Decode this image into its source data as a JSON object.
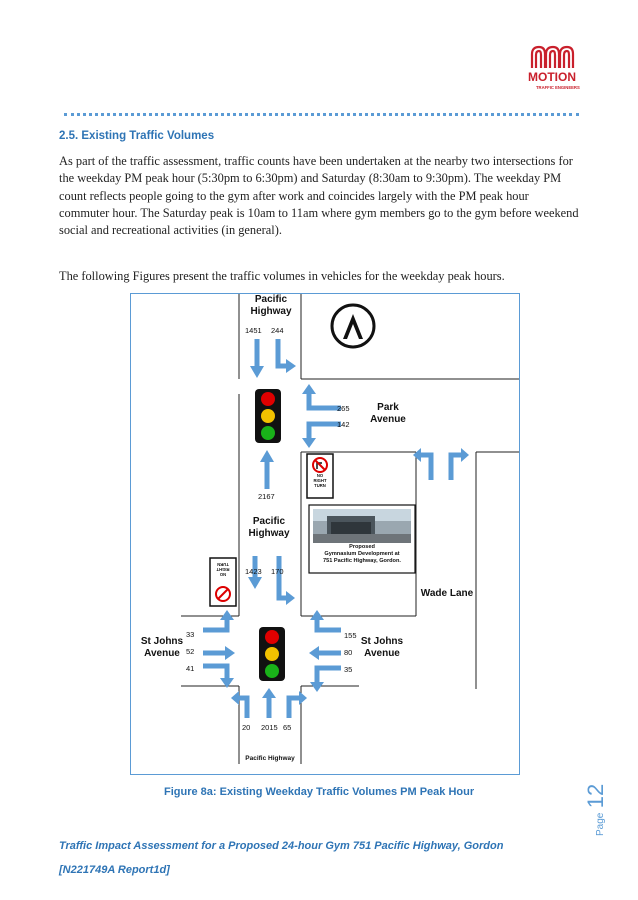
{
  "header": {
    "logo_name": "MOTION",
    "logo_tagline": "TRAFFIC ENGINEERS"
  },
  "section": {
    "heading": "2.5. Existing Traffic Volumes",
    "paragraph1": "As part of the traffic assessment, traffic counts have been undertaken at the nearby two intersections for the weekday PM peak hour (5:30pm to 6:30pm) and Saturday (8:30am to 9:30pm). The weekday PM count reflects people going to the gym after work and coincides largely with the PM peak hour commuter hour. The Saturday peak is 10am to 11am where gym members go to the gym before weekend social and recreational activities (in general).",
    "paragraph2": "The following Figures present the traffic volumes in vehicles for the weekday peak hours."
  },
  "figure": {
    "road_top": "Pacific\nHighway",
    "road_mid": "Pacific\nHighway",
    "road_bottom": "Pacific Highway",
    "park_avenue": "Park\nAvenue",
    "st_johns_left": "St Johns\nAvenue",
    "st_johns_right": "St Johns\nAvenue",
    "wade_lane": "Wade Lane",
    "no_right_turn": "NO\nRIGHT\nTURN",
    "no_right_turn_flipped": "NO\nRIGHT\nTURN",
    "development_caption": "Proposed\nGymnasium Development at\n751 Pacific Highway, Gordon.",
    "volumes": {
      "top_south_through": "1451",
      "top_south_left": "244",
      "park_left": "265",
      "park_right": "142",
      "mid_north": "2167",
      "mid_south_through": "1423",
      "mid_south_left": "170",
      "sj_west_1": "33",
      "sj_west_2": "52",
      "sj_west_3": "41",
      "sj_east_1": "155",
      "sj_east_2": "80",
      "sj_east_3": "35",
      "bottom_1": "20",
      "bottom_2": "2015",
      "bottom_3": "65"
    },
    "caption": "Figure 8a: Existing Weekday Traffic Volumes PM Peak Hour"
  },
  "footer": {
    "title": "Traffic Impact Assessment for a Proposed 24-hour Gym 751 Pacific Highway, Gordon",
    "report": "[N221749A Report1d]",
    "page_word": "Page",
    "page_number": "12"
  },
  "colors": {
    "brand_red": "#c9202c",
    "accent_blue": "#2e74b5",
    "arrow_blue": "#5b9bd5"
  }
}
